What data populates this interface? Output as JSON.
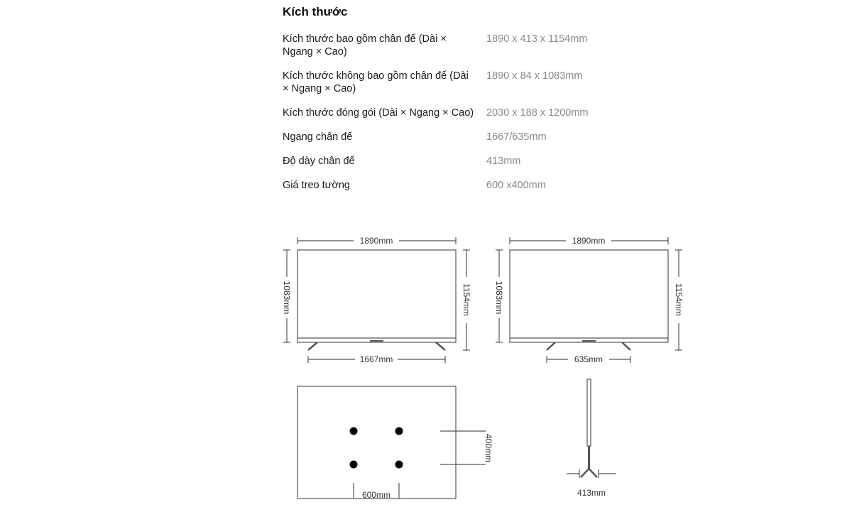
{
  "section_title": "Kích thước",
  "specs": [
    {
      "label": "Kích thước bao gồm chân đế (Dài × Ngang × Cao)",
      "value": "1890 x 413 x 1154mm"
    },
    {
      "label": "Kích thước không bao gồm chân đế (Dài × Ngang × Cao)",
      "value": "1890 x 84 x 1083mm"
    },
    {
      "label": "Kích thước đóng gói (Dài × Ngang × Cao)",
      "value": "2030 x 188 x 1200mm"
    },
    {
      "label": "Ngang chân đế",
      "value": "1667/635mm"
    },
    {
      "label": "Độ dày chân đế",
      "value": "413mm"
    },
    {
      "label": "Giá treo tường",
      "value": "600 x400mm"
    }
  ],
  "diagrams": {
    "front_left": {
      "width": "1890mm",
      "height_no_stand": "1083mm",
      "height_with_stand": "1154mm",
      "stand_width": "1667mm"
    },
    "front_right": {
      "width": "1890mm",
      "height_no_stand": "1083mm",
      "height_with_stand": "1154mm",
      "stand_width": "635mm"
    },
    "back": {
      "mount_vertical": "400mm",
      "mount_horizontal": "600mm"
    },
    "side": {
      "depth": "413mm"
    }
  }
}
